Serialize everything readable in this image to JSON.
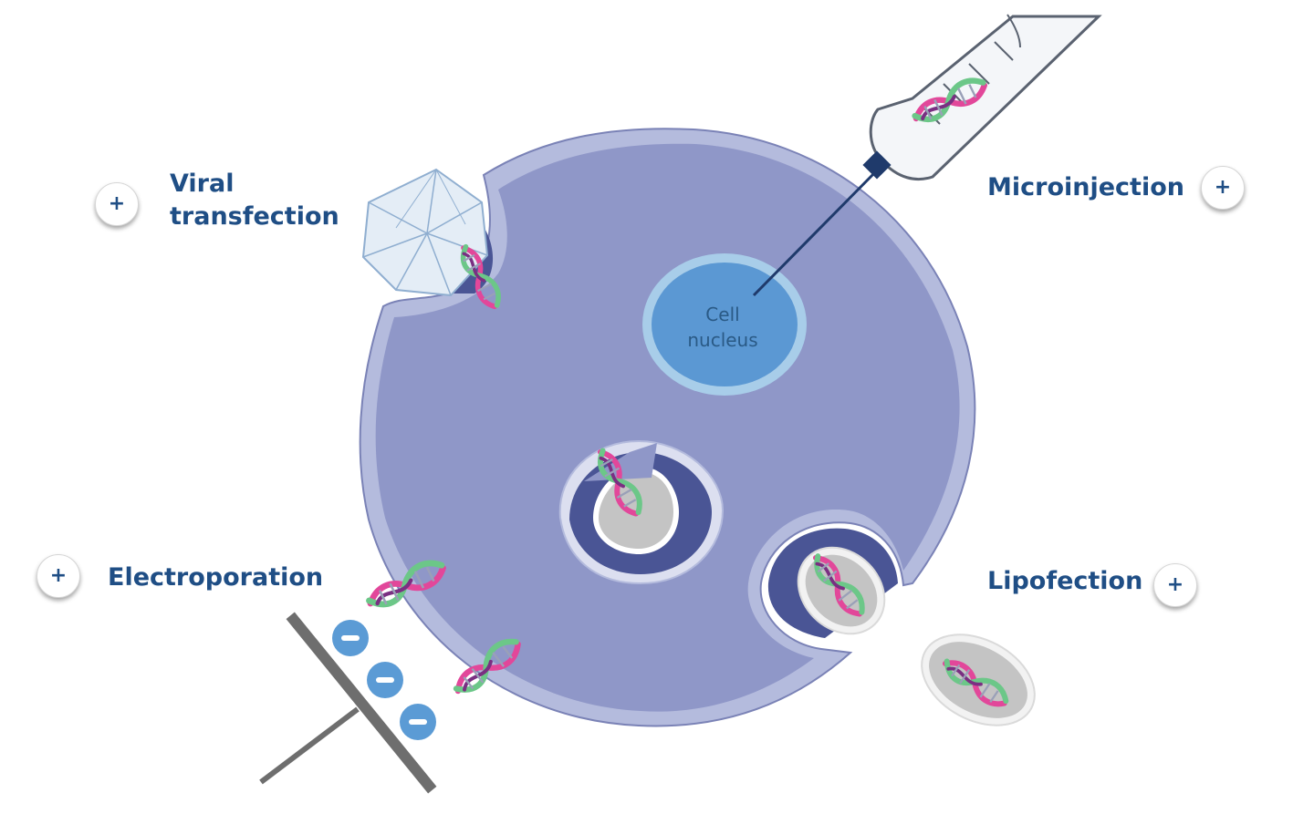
{
  "labels": {
    "viral": [
      "Viral",
      "transfection"
    ],
    "microinjection": "Microinjection",
    "electroporation": "Electroporation",
    "lipofection": "Lipofection",
    "nucleus": [
      "Cell",
      "nucleus"
    ]
  },
  "buttons": {
    "plus_label": "+",
    "minus_label": "−"
  },
  "colors": {
    "cytoplasm": "#8f97c8",
    "membrane": "#b4bbdd",
    "membrane_edge": "#7a82b6",
    "dark_vesicle": "#4a5595",
    "nucleus": "#5b98d3",
    "nucleus_ring": "#a8cde9",
    "dna_pink": "#e2479a",
    "dna_green": "#6cc788",
    "dna_purple": "#7a2f82",
    "liposome": "#c4c4c4",
    "electrode": "#6e6e6e",
    "ion": "#5b9bd5",
    "label_text": "#1f4e85"
  },
  "icons": [
    "plus-icon",
    "virus-capsid-icon",
    "syringe-icon",
    "dna-helix-icon",
    "electrode-icon",
    "minus-ion-icon"
  ]
}
